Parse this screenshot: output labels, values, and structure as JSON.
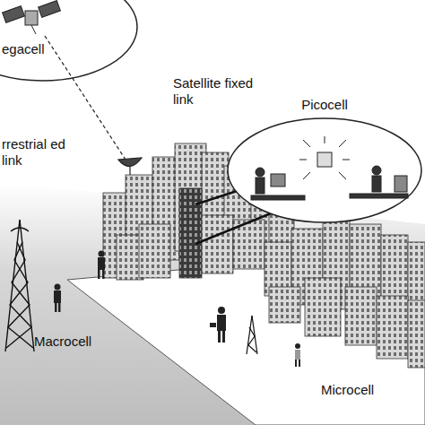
{
  "diagram": {
    "nodes": [
      {
        "text": [
          "egacell"
        ]
      },
      {
        "text": [
          "Picocell"
        ]
      }
    ],
    "labels": [
      "Satellite fixed link",
      "rrestrial ed link",
      "Macrocell",
      "Microcell"
    ]
  }
}
